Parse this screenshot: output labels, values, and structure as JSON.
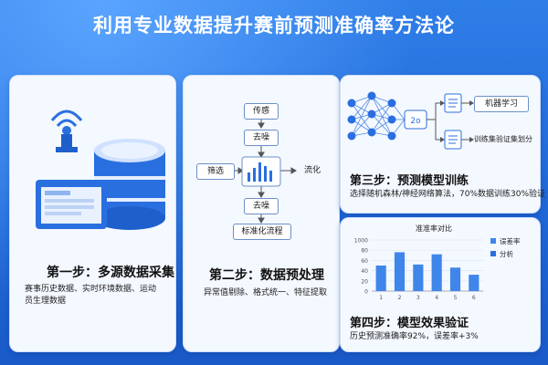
{
  "title": "利用专业数据提升赛前预测准确率方法论",
  "step1": {
    "title": "第一步：多源数据采集",
    "desc_line1": "赛事历史数据、实时环境数据、运动",
    "desc_line2": "员生理数据"
  },
  "step2": {
    "title": "第二步：数据预处理",
    "desc": "异常值剔除、格式统一、特征提取",
    "flow": {
      "top": "传感",
      "denoise_top": "去噪",
      "left": "筛选",
      "right": "流化",
      "denoise_bottom": "去噪",
      "bottom": "标准化流程"
    }
  },
  "step3": {
    "title": "第三步：预测模型训练",
    "desc": "选择随机森林/神经网络算法，70%数据训练30%验证",
    "node_label": "2o",
    "out_top": "机器学习",
    "out_bottom": "训练集验证集划分"
  },
  "step4": {
    "title": "第四步：模型效果验证",
    "desc": "历史预测准确率92%，误差率+3%"
  },
  "colors": {
    "background": "#1f66d6",
    "accent": "#2c6fe0",
    "bar": "#3f86ea"
  },
  "chart_data": {
    "type": "bar",
    "title": "准准率对比",
    "categories": [
      "1",
      "2",
      "3",
      "4",
      "5",
      "6"
    ],
    "values": [
      50,
      76,
      52,
      72,
      46,
      32
    ],
    "ylim": [
      0,
      100
    ],
    "yticks": [
      0,
      20,
      40,
      60,
      80,
      100
    ],
    "yticks_labels": [
      "0",
      "20",
      "40",
      "60",
      "80",
      "1000"
    ],
    "legend": [
      "误差率",
      "分析"
    ],
    "legend_position": "right",
    "grid": true
  }
}
